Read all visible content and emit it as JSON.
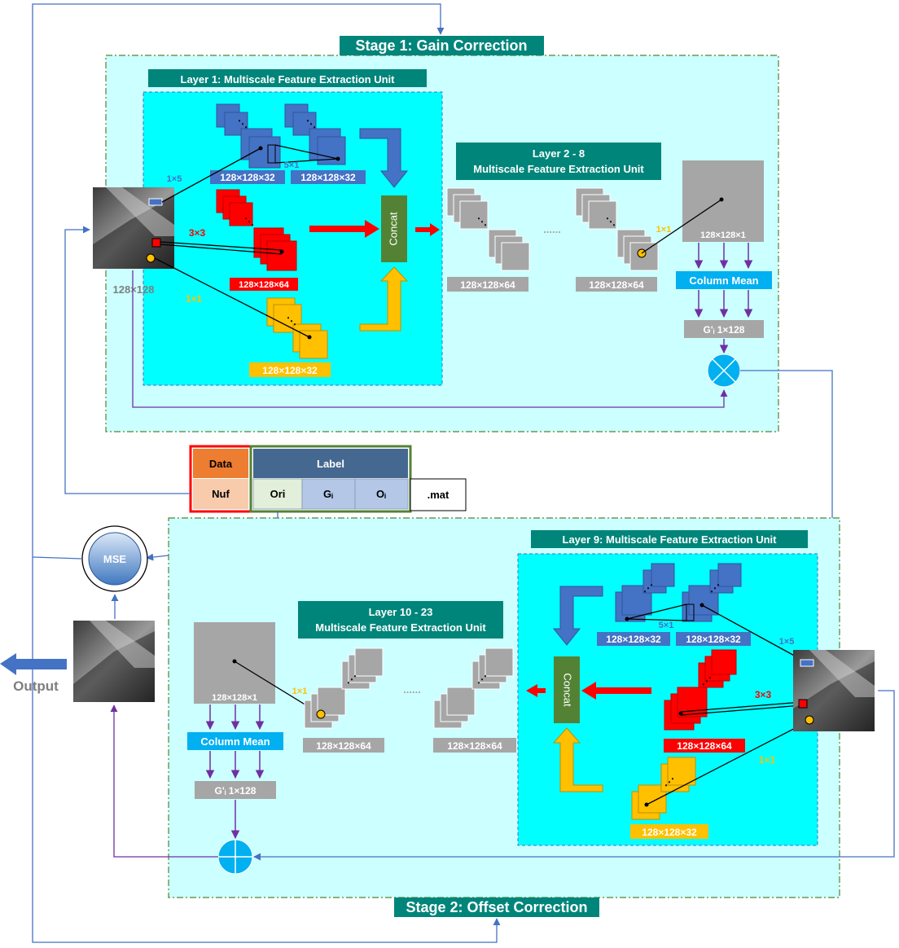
{
  "stages": {
    "stage1": "Stage 1: Gain Correction",
    "stage2": "Stage 2: Offset Correction"
  },
  "stage1": {
    "layer1_title": "Layer 1: Multiscale Feature Extraction Unit",
    "kernel_1x5": "1×5",
    "kernel_5x1": "5×1",
    "kernel_3x3": "3×3",
    "kernel_1x1": "1×1",
    "blue_dim_a": "128×128×32",
    "blue_dim_b": "128×128×32",
    "red_dim": "128×128×64",
    "yellow_dim": "128×128×32",
    "concat": "Concat",
    "input_dim": "128×128",
    "layer_2_8_line1": "Layer 2 - 8",
    "layer_2_8_line2": "Multiscale Feature Extraction Unit",
    "gray_dim_a": "128×128×64",
    "gray_dim_b": "128×128×64",
    "ellipsis": "......",
    "kernel_1x1_b": "1×1",
    "map_dim": "128×128×1",
    "column_mean": "Column Mean",
    "gain_vec": "G'ᵢ 1×128"
  },
  "dataset": {
    "data": "Data",
    "label": "Label",
    "nuf": "Nuf",
    "ori": "Ori",
    "gi": "Gᵢ",
    "oi": "Oᵢ",
    "mat": ".mat"
  },
  "loss": {
    "mse": "MSE",
    "output": "Output"
  },
  "stage2": {
    "layer9_title": "Layer 9: Multiscale Feature Extraction Unit",
    "layer_10_23_line1": "Layer 10 - 23",
    "layer_10_23_line2": "Multiscale Feature Extraction Unit",
    "map_dim": "128×128×1",
    "kernel_1x1_b": "1×1",
    "gray_dim_a": "128×128×64",
    "gray_dim_b": "128×128×64",
    "ellipsis": "......",
    "column_mean": "Column Mean",
    "gain_vec": "G'ᵢ 1×128",
    "blue_dim_a": "128×128×32",
    "blue_dim_b": "128×128×32",
    "kernel_5x1": "5×1",
    "kernel_1x5": "1×5",
    "kernel_3x3": "3×3",
    "kernel_1x1": "1×1",
    "red_dim": "128×128×64",
    "yellow_dim": "128×128×32",
    "concat": "Concat"
  },
  "colors": {
    "teal": "#00857a",
    "cyan_bg": "#ccffff",
    "cyan_unit": "#00ffff",
    "blue": "#4472c4",
    "red": "#ff0000",
    "yellow": "#ffc000",
    "gray": "#a6a6a6",
    "green": "#548235",
    "sky": "#00b0f0",
    "line": "#4472c4"
  }
}
